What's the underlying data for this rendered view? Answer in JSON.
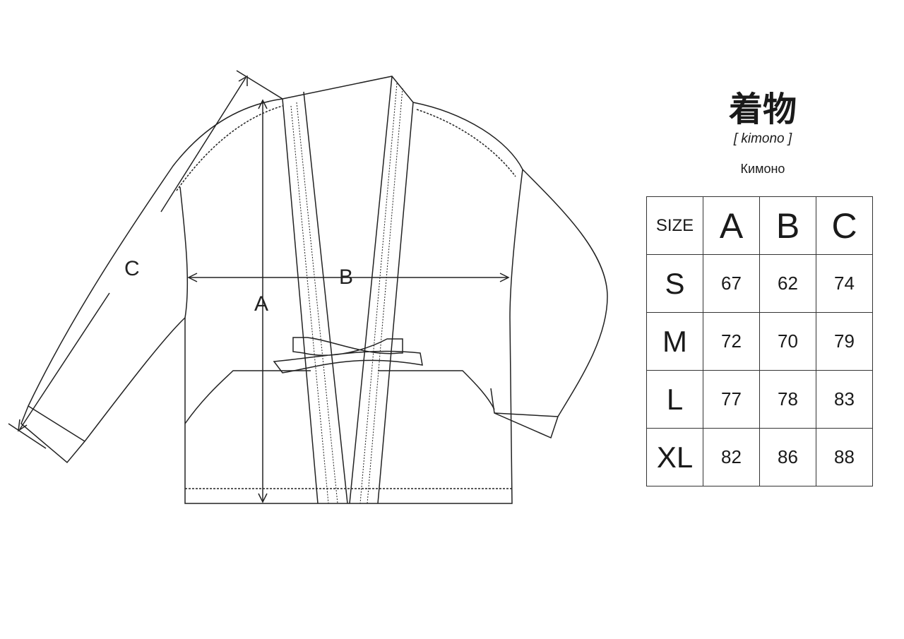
{
  "header": {
    "title": "着物",
    "romaji": "[ kimono ]",
    "russian": "Кимоно"
  },
  "diagram_labels": {
    "a": "A",
    "b": "B",
    "c": "C"
  },
  "size_table": {
    "columns": [
      "SIZE",
      "A",
      "B",
      "C"
    ],
    "rows": [
      {
        "size": "S",
        "a": "67",
        "b": "62",
        "c": "74"
      },
      {
        "size": "M",
        "a": "72",
        "b": "70",
        "c": "79"
      },
      {
        "size": "L",
        "a": "77",
        "b": "78",
        "c": "83"
      },
      {
        "size": "XL",
        "a": "82",
        "b": "86",
        "c": "88"
      }
    ]
  }
}
